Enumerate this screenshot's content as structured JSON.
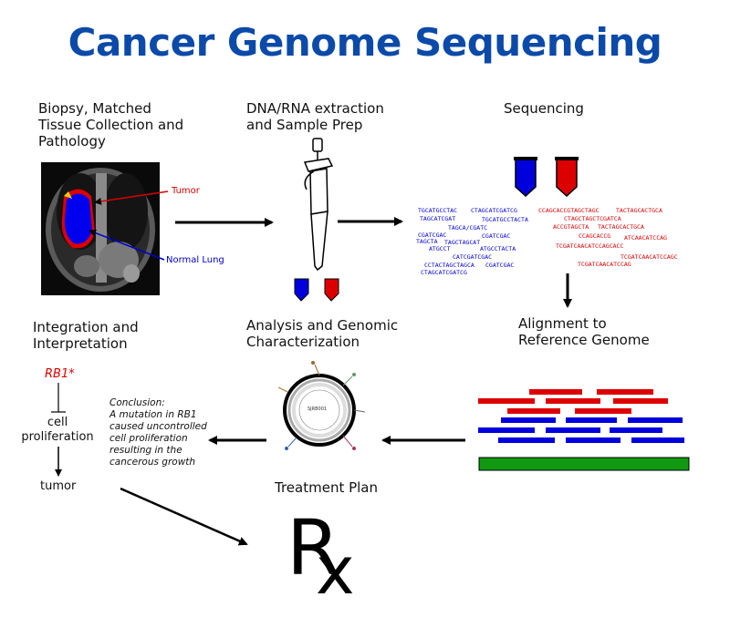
{
  "title": "Cancer Genome Sequencing",
  "steps": {
    "biopsy": "Biopsy, Matched\nTissue Collection and\nPathology",
    "extraction": "DNA/RNA extraction\nand Sample Prep",
    "sequencing": "Sequencing",
    "alignment": "Alignment to\nReference Genome",
    "analysis": "Analysis and Genomic\nCharacterization",
    "integration": "Integration and\nInterpretation",
    "treatment": "Treatment Plan"
  },
  "ct_labels": {
    "tumor": "Tumor",
    "normal": "Normal Lung"
  },
  "pathway": {
    "gene": "RB1*",
    "process": "cell\nproliferation",
    "outcome": "tumor"
  },
  "conclusion": "Conclusion:\nA mutation in RB1\ncaused uncontrolled\ncell proliferation\nresulting in the\ncancerous growth",
  "circos_label": "SJRB001",
  "rx": "Rx",
  "reads_blue": [
    "TGCATGCCTAC",
    "CTAGCATCGATCG",
    "TAGCATCGAT",
    "TGCATGCCTACTA",
    "TAGCA/CGATC",
    "CGATCGAC",
    "CGATCGAC",
    "TAGCTA",
    "TAGCTAGCAT",
    "ATGCCT",
    "ATGCCTACTA",
    "CATCGATCGAC",
    "CCTACTAGCTAGCA",
    "CGATCGAC",
    "CTAGCATCGATCG"
  ],
  "reads_red": [
    "CCAGCACCGTAGCTAGC",
    "TACTAGCACTGCA",
    "CTAGCTAGCTCGATCA",
    "ACCGTAGCTA",
    "TACTAGCACTGCA",
    "CCAGCACCG",
    "ATCAACATCCAG",
    "TCGATCAACATCCAGCACC",
    "TCGATCAACATCCAGC",
    "TCGATCAACATCCAG"
  ],
  "colors": {
    "title": "#0b4aa8",
    "blue": "#0000dd",
    "red": "#dd0000",
    "green": "#119911"
  }
}
